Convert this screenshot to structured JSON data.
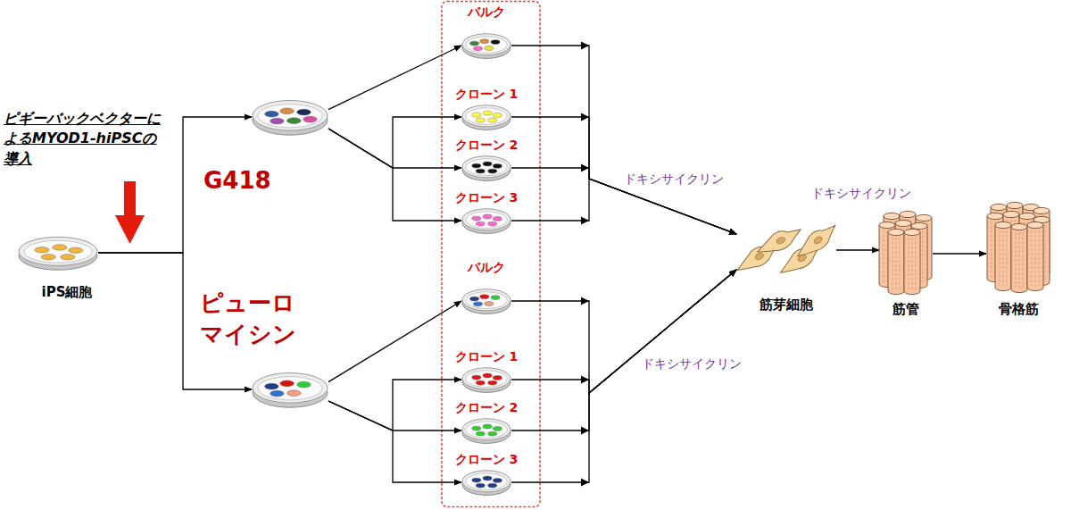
{
  "diagram": {
    "nodes": [
      {
        "text": [
          "iPS細胞"
        ]
      },
      {
        "text": [
          "G418"
        ]
      },
      {
        "text": [
          "バルク"
        ]
      },
      {
        "text": [
          "クローン 1"
        ]
      },
      {
        "text": [
          "クローン 2"
        ]
      },
      {
        "text": [
          "クローン 3"
        ]
      },
      {
        "text": [
          "ピューロマイシン"
        ]
      },
      {
        "text": [
          "バルク"
        ]
      },
      {
        "text": [
          "クローン 1"
        ]
      },
      {
        "text": [
          "クローン 2"
        ]
      },
      {
        "text": [
          "クローン 3"
        ]
      },
      {
        "text": [
          "筋芽細胞"
        ]
      },
      {
        "text": [
          "筋管"
        ]
      },
      {
        "text": [
          "骨格筋"
        ]
      }
    ],
    "edges": [
      {
        "from": 0,
        "to": 1,
        "arrow": "to"
      },
      {
        "from": 0,
        "to": 6,
        "arrow": "to"
      },
      {
        "from": 1,
        "to": 2,
        "arrow": "to"
      },
      {
        "from": 1,
        "to": 3,
        "arrow": "to"
      },
      {
        "from": 1,
        "to": 4,
        "arrow": "to"
      },
      {
        "from": 1,
        "to": 5,
        "arrow": "to"
      },
      {
        "from": 6,
        "to": 7,
        "arrow": "to"
      },
      {
        "from": 6,
        "to": 8,
        "arrow": "to"
      },
      {
        "from": 6,
        "to": 9,
        "arrow": "to"
      },
      {
        "from": 6,
        "to": 10,
        "arrow": "to"
      },
      {
        "from": 2,
        "to": 11,
        "arrow": "to"
      },
      {
        "from": 3,
        "to": 11,
        "arrow": "to"
      },
      {
        "from": 4,
        "to": 11,
        "arrow": "to"
      },
      {
        "from": 5,
        "to": 11,
        "arrow": "to"
      },
      {
        "from": 7,
        "to": 11,
        "arrow": "to"
      },
      {
        "from": 8,
        "to": 11,
        "arrow": "to"
      },
      {
        "from": 9,
        "to": 11,
        "arrow": "to"
      },
      {
        "from": 10,
        "to": 11,
        "arrow": "to"
      },
      {
        "from": 11,
        "to": 12,
        "arrow": "to"
      },
      {
        "from": 12,
        "to": 13,
        "arrow": "to"
      }
    ],
    "labels": [
      "ピギーバックベクターによるMYOD1-hiPSCの導入",
      "ドキシサイクリン",
      "ドキシサイクリン",
      "ドキシサイクリン"
    ]
  }
}
